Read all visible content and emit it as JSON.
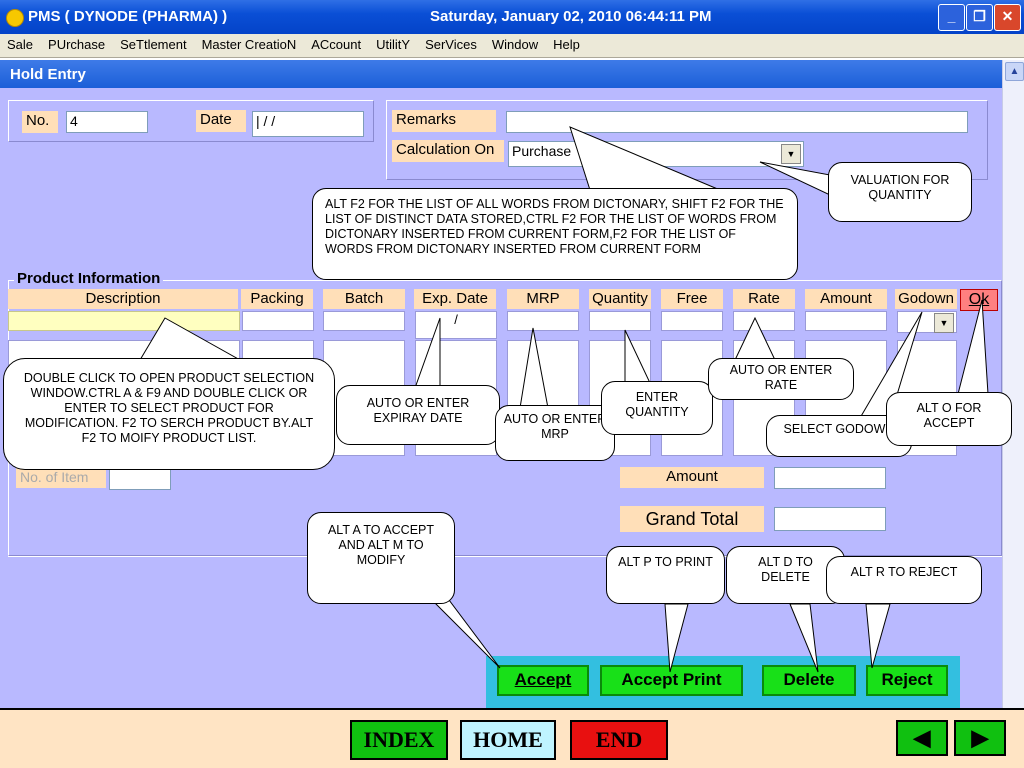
{
  "titlebar": {
    "app": "PMS ( DYNODE (PHARMA) )",
    "datetime": "Saturday, January 02, 2010  06:44:11 PM",
    "min": "_",
    "max": "❐",
    "close": "✕"
  },
  "menu": [
    "Sale",
    "PUrchase",
    "SeTtlement",
    "Master CreatioN",
    "ACcount",
    "UtilitY",
    "SerVices",
    "Window",
    "Help"
  ],
  "form": {
    "title": "Hold Entry",
    "no_label": "No.",
    "no_value": "4",
    "date_label": "Date",
    "date_value": "|   /   /",
    "remarks_label": "Remarks",
    "remarks_value": "",
    "calc_label": "Calculation On",
    "calc_value": "Purchase",
    "product_info": "Product Information",
    "columns": [
      "Description",
      "Packing",
      "Batch",
      "Exp. Date",
      "MRP",
      "Quantity",
      "Free",
      "Rate",
      "Amount",
      "Godown"
    ],
    "ok": "Ok",
    "exp_date_value": "/",
    "no_of_item": "No. of Item",
    "amount_label": "Amount",
    "grand_total_label": "Grand Total"
  },
  "actions": {
    "accept": "Accept",
    "accept_print": "Accept Print",
    "delete": "Delete",
    "reject": "Reject"
  },
  "callouts": {
    "dictionary": "ALT F2 FOR THE LIST OF ALL WORDS FROM DICTONARY, SHIFT F2 FOR THE LIST OF DISTINCT DATA STORED,CTRL F2 FOR THE LIST OF WORDS FROM DICTONARY INSERTED FROM CURRENT FORM,F2  FOR THE LIST OF WORDS FROM DICTONARY INSERTED FROM CURRENT FORM",
    "valuation": "VALUATION FOR QUANTITY",
    "product": "DOUBLE CLICK TO OPEN  PRODUCT SELECTION WINDOW.CTRL A & F9 AND DOUBLE CLICK OR  ENTER TO SELECT PRODUCT FOR MODIFICATION. F2 TO SERCH PRODUCT BY.ALT F2 TO MOIFY PRODUCT LIST.",
    "expiry": "AUTO OR ENTER EXPIRAY DATE",
    "mrp": "AUTO OR ENTER MRP",
    "quantity": "ENTER QUANTITY",
    "rate": "AUTO OR ENTER RATE",
    "godown": "SELECT GODOWN",
    "accept_ok": "ALT O FOR ACCEPT",
    "accept_modify": "ALT A TO ACCEPT AND ALT M TO MODIFY",
    "print": "ALT P  TO PRINT",
    "delete": "ALT D TO DELETE",
    "reject": "ALT R TO REJECT"
  },
  "footer": {
    "index": "INDEX",
    "home": "HOME",
    "end": "END",
    "prev": "◀",
    "next": "▶"
  },
  "colors": {
    "form_bg": "#b9b9ff",
    "label_bg": "#ffdfb8",
    "button_green": "#18e018",
    "end_red": "#e81010",
    "home_bg": "#bff4ff",
    "index_green": "#10c010"
  }
}
